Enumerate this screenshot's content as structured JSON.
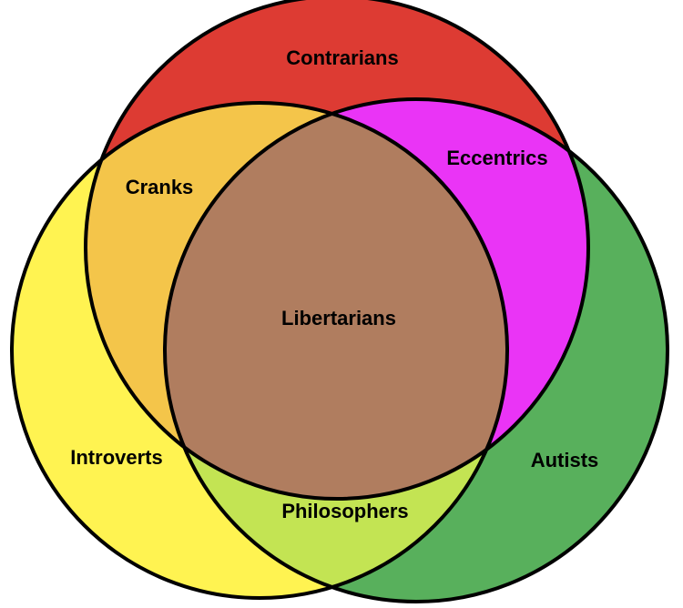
{
  "diagram": {
    "type": "venn",
    "sets": [
      {
        "label": "Contrarians",
        "color": "#dd3b33"
      },
      {
        "label": "Introverts",
        "color": "#fff351"
      },
      {
        "label": "Autists",
        "color": "#58b05c"
      }
    ],
    "regions": {
      "contrarians": "Contrarians",
      "introverts": "Introverts",
      "autists": "Autists",
      "cranks": "Cranks",
      "eccentrics": "Eccentrics",
      "philosophers": "Philosophers",
      "libertarians": "Libertarians"
    },
    "region_colors": {
      "cranks": "#f4c54a",
      "eccentrics": "#ea34f6",
      "philosophers": "#c3e453",
      "libertarians": "#b07d5f"
    }
  }
}
